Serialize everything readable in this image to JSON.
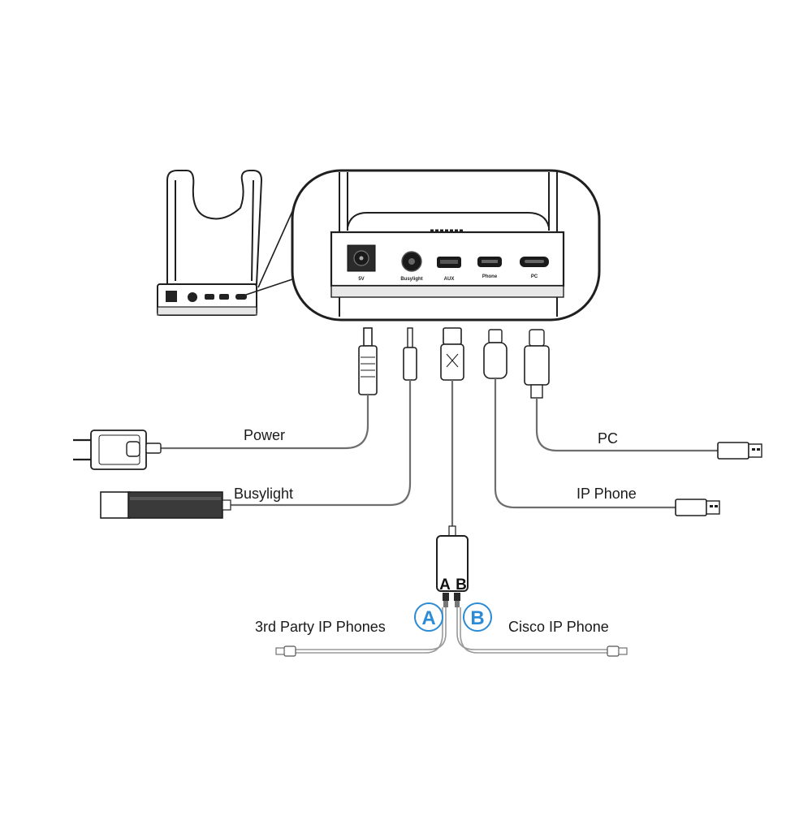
{
  "labels": {
    "power": "Power",
    "busylight": "Busylight",
    "pc": "PC",
    "ip_phone": "IP Phone",
    "third_party": "3rd Party IP Phones",
    "cisco": "Cisco IP Phone",
    "switch_a": "A",
    "switch_b": "B",
    "circle_a": "A",
    "circle_b": "B"
  },
  "ports": {
    "dc": "5V",
    "busylight": "Busylight",
    "aux": "AUX",
    "phone": "Phone",
    "pc": "PC"
  },
  "colors": {
    "outline": "#1f1f1f",
    "cable": "#6e6e6e",
    "accent": "#2a8bd6",
    "device_fill": "#f2f2f2"
  },
  "icons": [
    "usb-icon",
    "busylight-icon",
    "dc-power-icon"
  ]
}
